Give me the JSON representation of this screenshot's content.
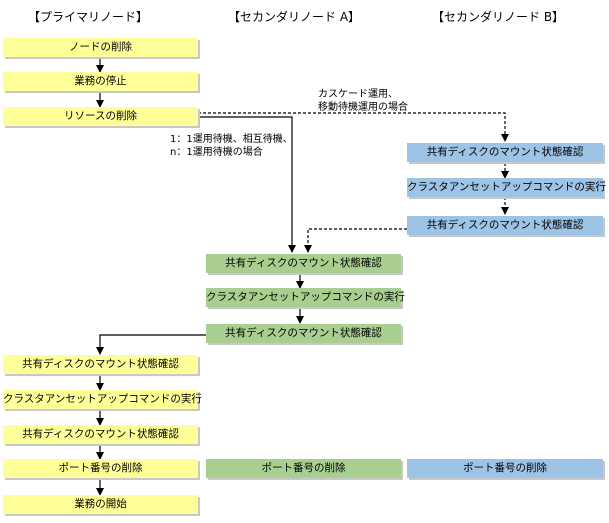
{
  "columns": {
    "primary": "【プライマリノード】",
    "secondary_a": "【セカンダリノード A】",
    "secondary_b": "【セカンダリノード B】"
  },
  "primary_steps": {
    "delete_node": "ノードの削除",
    "stop_business": "業務の停止",
    "delete_resource": "リソースの削除",
    "check_mount_1": "共有ディスクのマウント状態確認",
    "cluster_unset": "クラスタアンセットアップコマンドの実行",
    "check_mount_2": "共有ディスクのマウント状態確認",
    "delete_port": "ポート番号の削除",
    "start_business": "業務の開始"
  },
  "secondary_a_steps": {
    "check_mount_1": "共有ディスクのマウント状態確認",
    "cluster_unset": "クラスタアンセットアップコマンドの実行",
    "check_mount_2": "共有ディスクのマウント状態確認",
    "delete_port": "ポート番号の削除"
  },
  "secondary_b_steps": {
    "check_mount_1": "共有ディスクのマウント状態確認",
    "cluster_unset": "クラスタアンセットアップコマンドの実行",
    "check_mount_2": "共有ディスクのマウント状態確認",
    "delete_port": "ポート番号の削除"
  },
  "notes": {
    "cascade_line1": "カスケード運用、",
    "cascade_line2": "移動待機運用の場合",
    "standby_line1": "1：1運用待機、相互待機、",
    "standby_line2": "n：1運用待機の場合"
  }
}
